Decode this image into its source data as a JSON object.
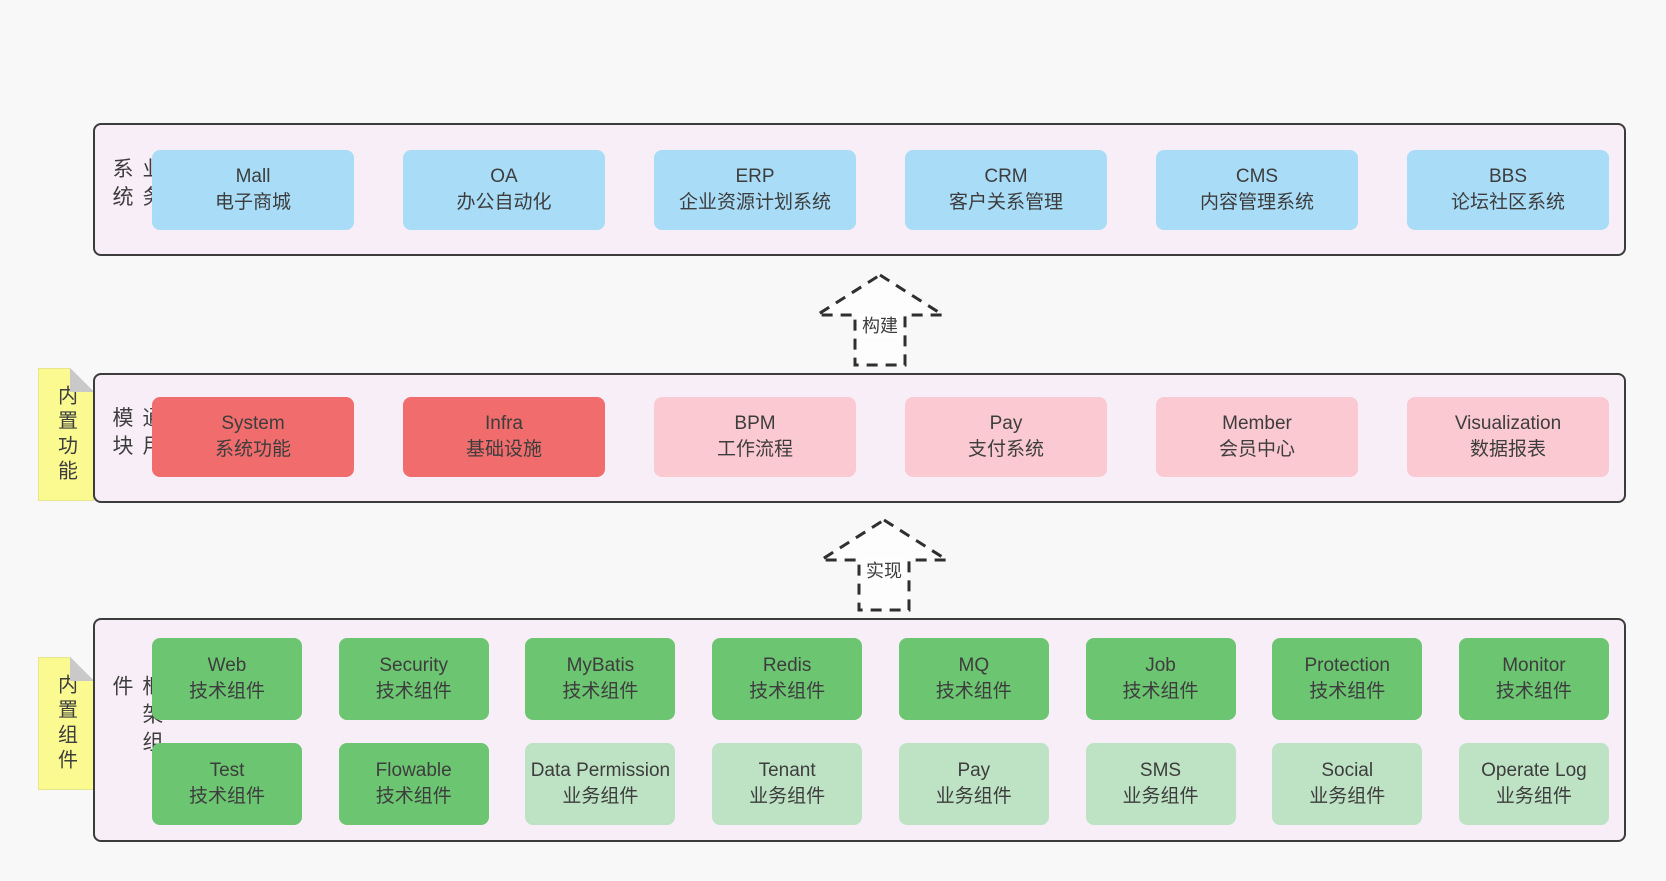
{
  "colors": {
    "page_bg": "#f8f8f8",
    "panel_bg": "#f8eef7",
    "panel_border": "#3c3c3c",
    "blue": "#a9dcf7",
    "red": "#f16c6c",
    "pink": "#fbc9d1",
    "green": "#6cc571",
    "light_green": "#bee3c4",
    "yellow": "#fafa91",
    "fold_gray": "#c9c9c9",
    "text": "#3d3d3d",
    "arrow": "#2f2f2f"
  },
  "arrows": {
    "build": "构建",
    "implement": "实现"
  },
  "sections": {
    "business": {
      "label": "业务系统",
      "items": [
        {
          "en": "Mall",
          "zh": "电子商城",
          "variant": "blue"
        },
        {
          "en": "OA",
          "zh": "办公自动化",
          "variant": "blue"
        },
        {
          "en": "ERP",
          "zh": "企业资源计划系统",
          "variant": "blue"
        },
        {
          "en": "CRM",
          "zh": "客户关系管理",
          "variant": "blue"
        },
        {
          "en": "CMS",
          "zh": "内容管理系统",
          "variant": "blue"
        },
        {
          "en": "BBS",
          "zh": "论坛社区系统",
          "variant": "blue"
        }
      ]
    },
    "modules": {
      "label": "通用模块",
      "note": "内置功能",
      "items": [
        {
          "en": "System",
          "zh": "系统功能",
          "variant": "red"
        },
        {
          "en": "Infra",
          "zh": "基础设施",
          "variant": "red"
        },
        {
          "en": "BPM",
          "zh": "工作流程",
          "variant": "pink"
        },
        {
          "en": "Pay",
          "zh": "支付系统",
          "variant": "pink"
        },
        {
          "en": "Member",
          "zh": "会员中心",
          "variant": "pink"
        },
        {
          "en": "Visualization",
          "zh": "数据报表",
          "variant": "pink"
        }
      ]
    },
    "framework": {
      "label": "框架组件",
      "note": "内置组件",
      "row1": [
        {
          "en": "Web",
          "zh": "技术组件",
          "variant": "green"
        },
        {
          "en": "Security",
          "zh": "技术组件",
          "variant": "green"
        },
        {
          "en": "MyBatis",
          "zh": "技术组件",
          "variant": "green"
        },
        {
          "en": "Redis",
          "zh": "技术组件",
          "variant": "green"
        },
        {
          "en": "MQ",
          "zh": "技术组件",
          "variant": "green"
        },
        {
          "en": "Job",
          "zh": "技术组件",
          "variant": "green"
        },
        {
          "en": "Protection",
          "zh": "技术组件",
          "variant": "green"
        },
        {
          "en": "Monitor",
          "zh": "技术组件",
          "variant": "green"
        }
      ],
      "row2": [
        {
          "en": "Test",
          "zh": "技术组件",
          "variant": "green"
        },
        {
          "en": "Flowable",
          "zh": "技术组件",
          "variant": "green"
        },
        {
          "en": "Data Permission",
          "zh": "业务组件",
          "variant": "light-green"
        },
        {
          "en": "Tenant",
          "zh": "业务组件",
          "variant": "light-green"
        },
        {
          "en": "Pay",
          "zh": "业务组件",
          "variant": "light-green"
        },
        {
          "en": "SMS",
          "zh": "业务组件",
          "variant": "light-green"
        },
        {
          "en": "Social",
          "zh": "业务组件",
          "variant": "light-green"
        },
        {
          "en": "Operate Log",
          "zh": "业务组件",
          "variant": "light-green"
        }
      ]
    }
  }
}
